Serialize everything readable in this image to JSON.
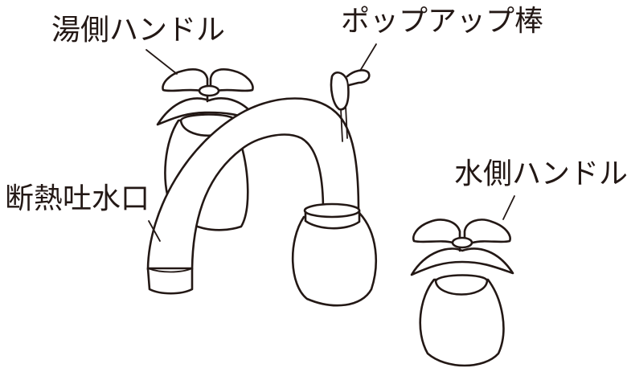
{
  "labels": {
    "hot_handle": "湯側ハンドル",
    "popup_rod": "ポップアップ棒",
    "cold_handle": "水側ハンドル",
    "insulated_outlet": "断熱吐水口"
  },
  "colors": {
    "line": "#231815",
    "background": "#ffffff"
  }
}
